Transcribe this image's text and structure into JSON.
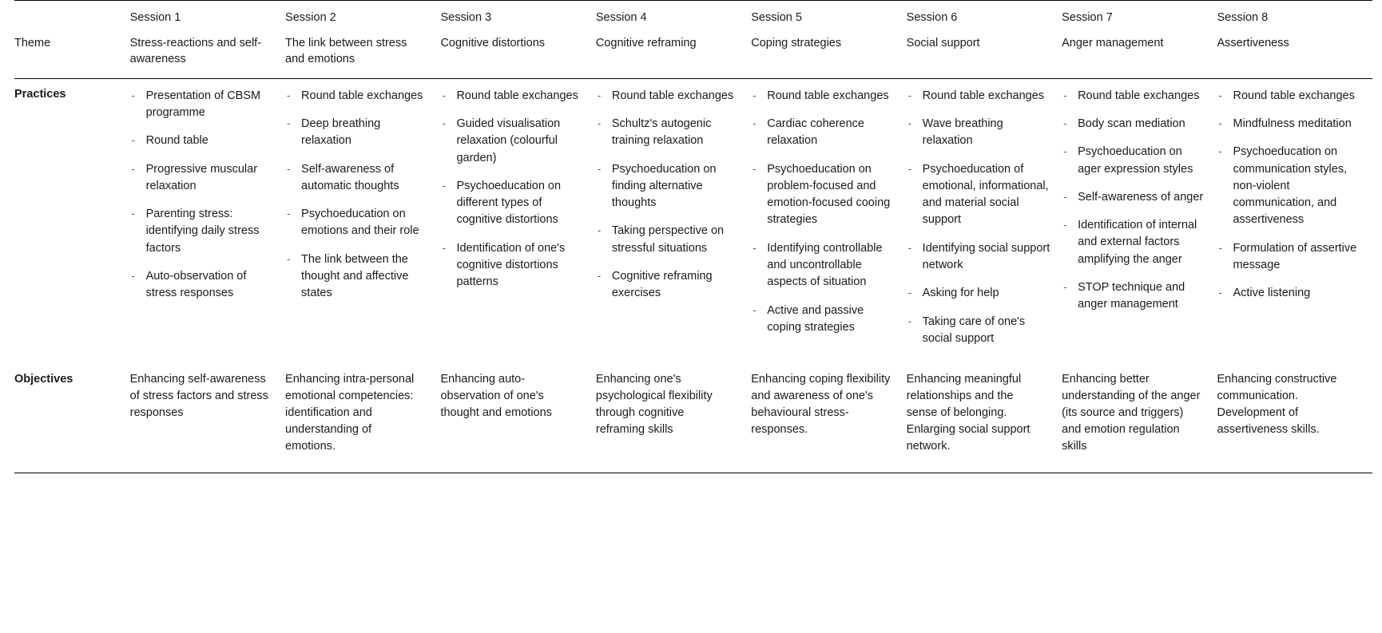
{
  "table": {
    "row_labels": {
      "theme": "Theme",
      "practices": "Practices",
      "objectives": "Objectives"
    },
    "columns": [
      {
        "session": "Session 1",
        "theme": "Stress-reactions and self-awareness",
        "practices": [
          "Presentation of CBSM programme",
          "Round table",
          "Progressive muscular relaxation",
          "Parenting stress: identifying daily stress factors",
          "Auto-observation of stress responses"
        ],
        "objectives": "Enhancing self-awareness of stress factors and stress responses"
      },
      {
        "session": "Session 2",
        "theme": "The link between stress and emotions",
        "practices": [
          "Round table exchanges",
          "Deep breathing relaxation",
          "Self-awareness of automatic thoughts",
          "Psychoeducation on emotions and their role",
          "The link between the thought and affective states"
        ],
        "objectives": "Enhancing intra-personal emotional competencies: identification and understanding of emotions."
      },
      {
        "session": "Session 3",
        "theme": "Cognitive distortions",
        "practices": [
          "Round table exchanges",
          "Guided visualisation relaxation (colourful garden)",
          "Psychoeducation on different types of cognitive distortions",
          "Identification of one's cognitive distortions patterns"
        ],
        "objectives": "Enhancing auto-observation of one's thought and emotions"
      },
      {
        "session": "Session 4",
        "theme": "Cognitive reframing",
        "practices": [
          "Round table exchanges",
          "Schultz's autogenic training relaxation",
          "Psychoeducation on finding alternative thoughts",
          "Taking perspective on stressful situations",
          "Cognitive reframing exercises"
        ],
        "objectives": "Enhancing one's psychological flexibility through cognitive reframing skills"
      },
      {
        "session": "Session 5",
        "theme": "Coping strategies",
        "practices": [
          "Round table exchanges",
          "Cardiac coherence relaxation",
          "Psychoeducation on problem-focused and emotion-focused cooing strategies",
          "Identifying controllable and uncontrollable aspects of situation",
          "Active and passive coping strategies"
        ],
        "objectives": "Enhancing coping flexibility and awareness of one's behavioural stress-responses."
      },
      {
        "session": "Session 6",
        "theme": "Social support",
        "practices": [
          "Round table exchanges",
          "Wave breathing relaxation",
          "Psychoeducation of emotional, informational, and material social support",
          "Identifying social support network",
          "Asking for help",
          "Taking care of one's social support"
        ],
        "objectives": "Enhancing meaningful relationships and the sense of belonging. Enlarging social support network."
      },
      {
        "session": "Session 7",
        "theme": "Anger management",
        "practices": [
          "Round table exchanges",
          "Body scan mediation",
          "Psychoeducation on ager expression styles",
          "Self-awareness of anger",
          "Identification of internal and external factors amplifying the anger",
          "STOP technique and anger management"
        ],
        "objectives": "Enhancing better understanding of the anger (its source and triggers) and emotion regulation skills"
      },
      {
        "session": "Session 8",
        "theme": "Assertiveness",
        "practices": [
          "Round table exchanges",
          "Mindfulness meditation",
          "Psychoeducation on communication styles, non-violent communication, and assertiveness",
          "Formulation of assertive message",
          "Active listening"
        ],
        "objectives": "Enhancing constructive communication. Development of assertiveness skills."
      }
    ],
    "bullet_glyph": "-"
  }
}
